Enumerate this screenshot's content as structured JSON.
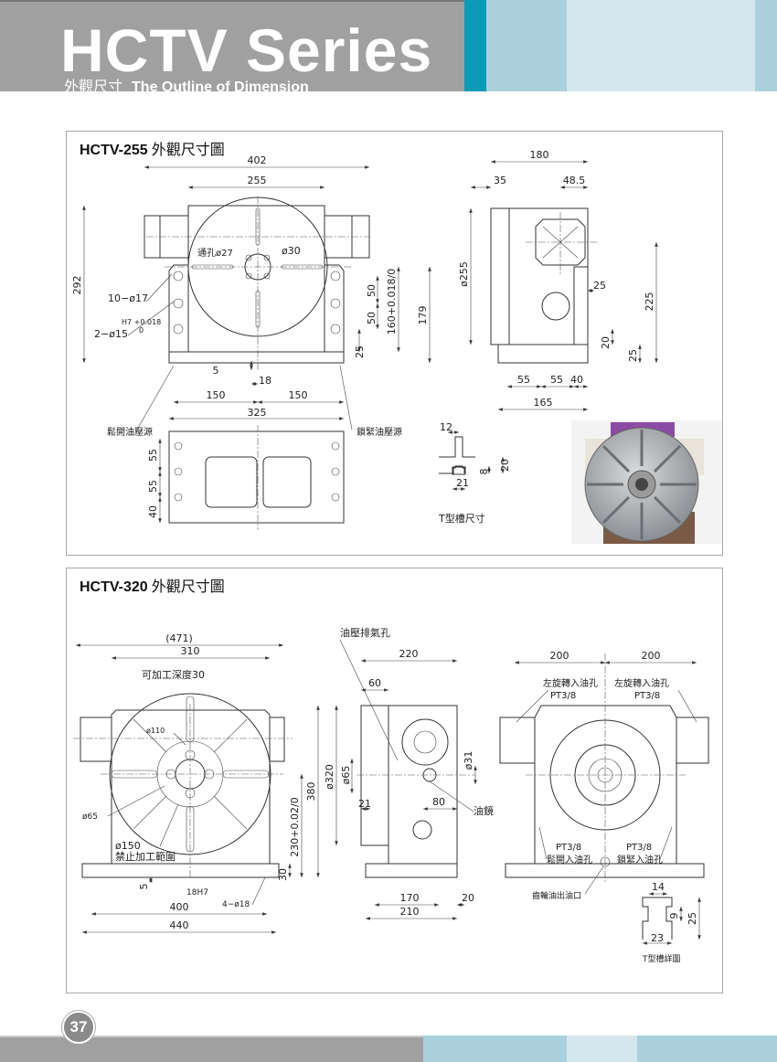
{
  "header": {
    "title": "HCTV Series",
    "subtitle_cn": "外觀尺寸",
    "subtitle_en": "The Outline of Dimension"
  },
  "colors": {
    "gray": "#a0a0a0",
    "teal": "#0b9bb6",
    "light_blue": "#a9d0dc",
    "pale_blue": "#d4e7ee"
  },
  "panel1": {
    "model": "HCTV-255",
    "title_cn": "外觀尺寸圖",
    "front": [
      "402",
      "255",
      "292",
      "10−ø17",
      "H7 +0.018",
      "0",
      "2−ø15",
      "通孔ø27",
      "ø30",
      "50",
      "50",
      "160+0.018/0",
      "179",
      "25",
      "5",
      "18",
      "150",
      "150",
      "325",
      "鬆開油壓源",
      "鎖緊油壓源",
      "55",
      "55",
      "40"
    ],
    "side": [
      "180",
      "35",
      "48.5",
      "ø255",
      "25",
      "225",
      "20",
      "25",
      "55",
      "55",
      "40",
      "165"
    ],
    "tslot": [
      "12",
      "20",
      "8",
      "21"
    ],
    "tslot_label": "T型槽尺寸"
  },
  "panel2": {
    "model": "HCTV-320",
    "title_cn": "外觀尺寸圖",
    "front": [
      "(471)",
      "310",
      "可加工深度30",
      "ø110",
      "ø65",
      "ø150",
      "禁止加工範圍",
      "380",
      "230+0.02/0",
      "30",
      "5",
      "18H7",
      "4−ø18",
      "400",
      "440"
    ],
    "side": [
      "油壓排氣孔",
      "220",
      "60",
      "ø320",
      "ø65",
      "ø31",
      "21",
      "80",
      "油鏡",
      "170",
      "20",
      "210"
    ],
    "rear": [
      "200",
      "200",
      "左旋轉入油孔",
      "PT3/8",
      "左旋轉入油孔",
      "PT3/8",
      "PT3/8",
      "鬆開入油孔",
      "PT3/8",
      "鎖緊入油孔",
      "齒輪油出油口",
      "14",
      "9",
      "25",
      "23",
      "T型槽詳圖"
    ]
  },
  "footer": {
    "page_number": "37"
  }
}
